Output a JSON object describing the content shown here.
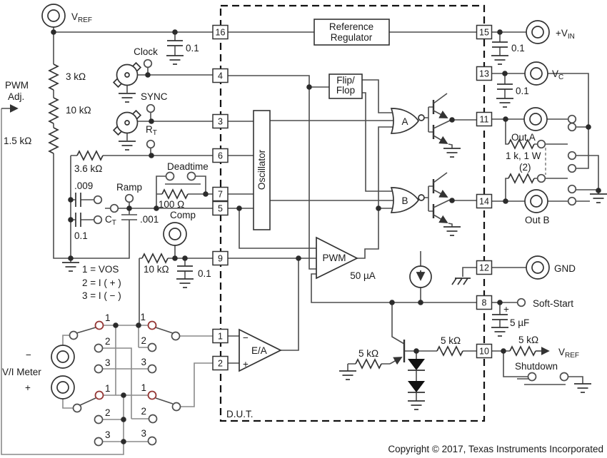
{
  "t": {
    "vref_m": "V",
    "vref_s": "REF",
    "clock": "Clock",
    "sync": "SYNC",
    "rt_m": "R",
    "rt_s": "T",
    "r3k": "3 kΩ",
    "r10k": "10 kΩ",
    "r1k5": "1.5 kΩ",
    "pwm_adj_1": "PWM",
    "pwm_adj_2": "Adj.",
    "r3k6": "3.6 kΩ",
    "c009": ".009",
    "c01": "0.1",
    "ramp": "Ramp",
    "ct_m": "C",
    "ct_s": "T",
    "c001": ".001",
    "deadtime": "Deadtime",
    "r100": "100 Ω",
    "comp": "Comp",
    "note1": "1 = VOS",
    "note2": "2 = I ( + )",
    "note3": "3 = I ( − )",
    "vi_meter": "V/I Meter",
    "minus": "−",
    "plus": "+",
    "sw1": "1",
    "sw2": "2",
    "sw3": "3",
    "ref_reg_1": "Reference",
    "ref_reg_2": "Regulator",
    "ff_1": "Flip/",
    "ff_2": "Flop",
    "osc": "Oscillator",
    "pwm": "PWM",
    "i50": "50 µA",
    "ea": "E/A",
    "gate_a": "A",
    "gate_b": "B",
    "p16": "16",
    "p4": "4",
    "p3": "3",
    "p6": "6",
    "p7": "7",
    "p5": "5",
    "p9": "9",
    "p1": "1",
    "p2": "2",
    "p15": "15",
    "p13": "13",
    "p11": "11",
    "p14": "14",
    "p12": "12",
    "p8": "8",
    "p10": "10",
    "vin_m": "+V",
    "vin_s": "IN",
    "vc_m": "V",
    "vc_s": "C",
    "out_a": "Out A",
    "out_b": "Out B",
    "r1k1w": "1 k, 1 W",
    "r1k1w_qty": "(2)",
    "gnd": "GND",
    "soft_start": "Soft-Start",
    "c5uf": "5 µF",
    "r5k": "5 kΩ",
    "shutdown": "Shutdown",
    "dut": "D.U.T.",
    "copyright": "Copyright © 2017, Texas Instruments Incorporated"
  },
  "colors": {
    "background": "#ffffff",
    "wire": "#4d4d4d",
    "component": "#333333",
    "text": "#1a1a1a",
    "selected_contact": "#953735"
  }
}
